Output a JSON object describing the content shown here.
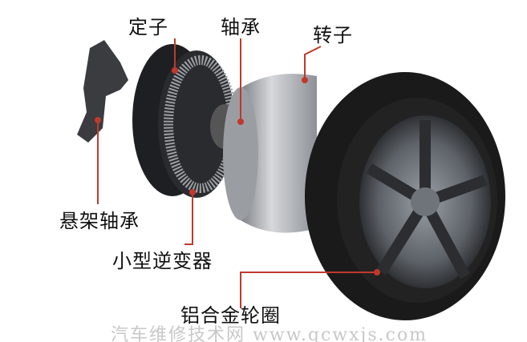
{
  "labels": {
    "stator": "定子",
    "bearing": "轴承",
    "rotor": "转子",
    "suspension_bearing": "悬架轴承",
    "inverter": "小型逆变器",
    "alloy_rim": "铝合金轮圈"
  },
  "watermark": "汽车维修技术网 www.qcwxjs.com",
  "colors": {
    "leader_line": "#c0392b",
    "tire": "#1a1a1a",
    "rotor": "#b9bcc0"
  }
}
